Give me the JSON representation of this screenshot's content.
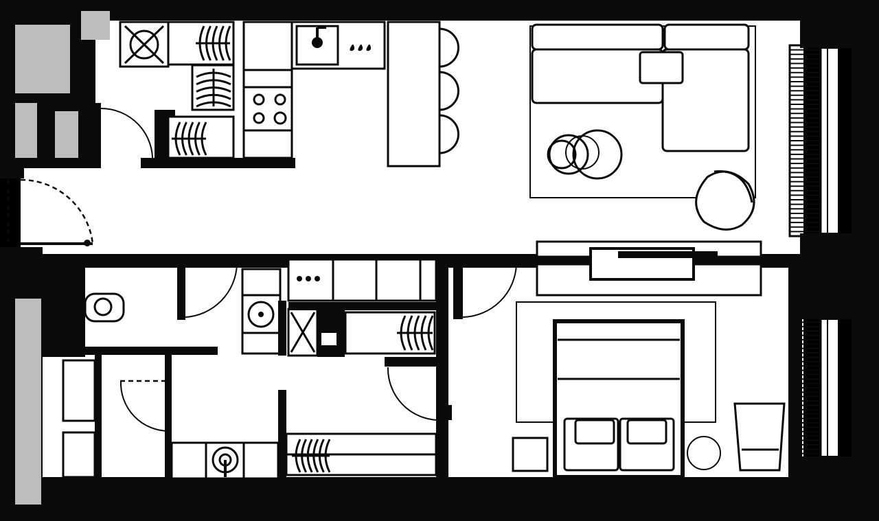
{
  "plan": {
    "colors": {
      "wall": "#0a0a0a",
      "floor": "#ffffff",
      "storage": "#bdbdbd",
      "background": "#000000"
    },
    "rooms": [
      "entrance-hall",
      "kitchen",
      "living-room",
      "bathroom",
      "dressing-room",
      "laundry",
      "bedroom"
    ],
    "icons": [
      "cooktop-icon",
      "sink-icon",
      "sofa-icon",
      "coffee-table-icon",
      "armchair-icon",
      "tv-unit-icon",
      "toilet-icon",
      "washbasin-icon",
      "washing-machine-icon",
      "wardrobe-icon",
      "double-bed-icon",
      "nightstand-icon",
      "radiator-icon"
    ]
  }
}
